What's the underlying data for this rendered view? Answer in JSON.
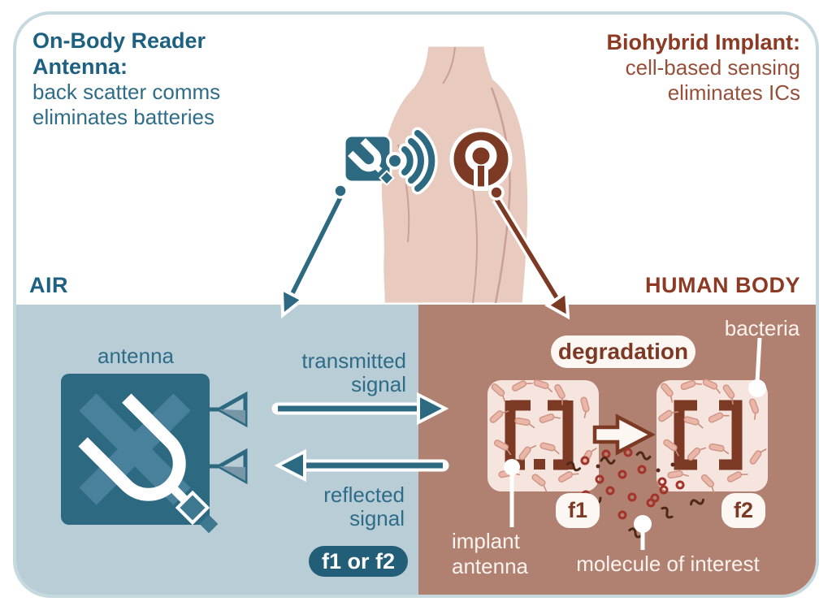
{
  "colors": {
    "teal_dark": "#235e78",
    "teal_icon": "#2d6a82",
    "teal_text": "#2e6c88",
    "teal_heading": "#1d6080",
    "air_bg": "#b9cdd6",
    "brown_dark": "#7c3a24",
    "brown_heading": "#8c3a23",
    "brown_text": "#96503a",
    "body_bg": "#b08070",
    "skin": "#e8cabf",
    "panel_card": "#f6e5df",
    "badge_bg": "#fdf7f3",
    "white_label": "#fcf3ee"
  },
  "header": {
    "left": {
      "title": "On-Body Reader Antenna:",
      "subtitle": "back scatter comms\neliminates batteries"
    },
    "right": {
      "title": "Biohybrid Implant:",
      "subtitle": "cell-based sensing\neliminates ICs"
    }
  },
  "air": {
    "label": "AIR",
    "antenna_label": "antenna",
    "transmitted_label": "transmitted\nsignal",
    "reflected_label": "reflected\nsignal",
    "freq_badge": "f1 or f2"
  },
  "body": {
    "label": "HUMAN BODY",
    "degradation_badge": "degradation",
    "bacteria_label": "bacteria",
    "implant_label": "implant\nantenna",
    "molecule_label": "molecule of interest",
    "f1_badge": "f1",
    "f2_badge": "f2"
  },
  "icons": [
    "reader-antenna-icon",
    "wifi-signal-icon",
    "implant-icon",
    "loop-antenna-f1-icon",
    "loop-antenna-f2-icon"
  ]
}
